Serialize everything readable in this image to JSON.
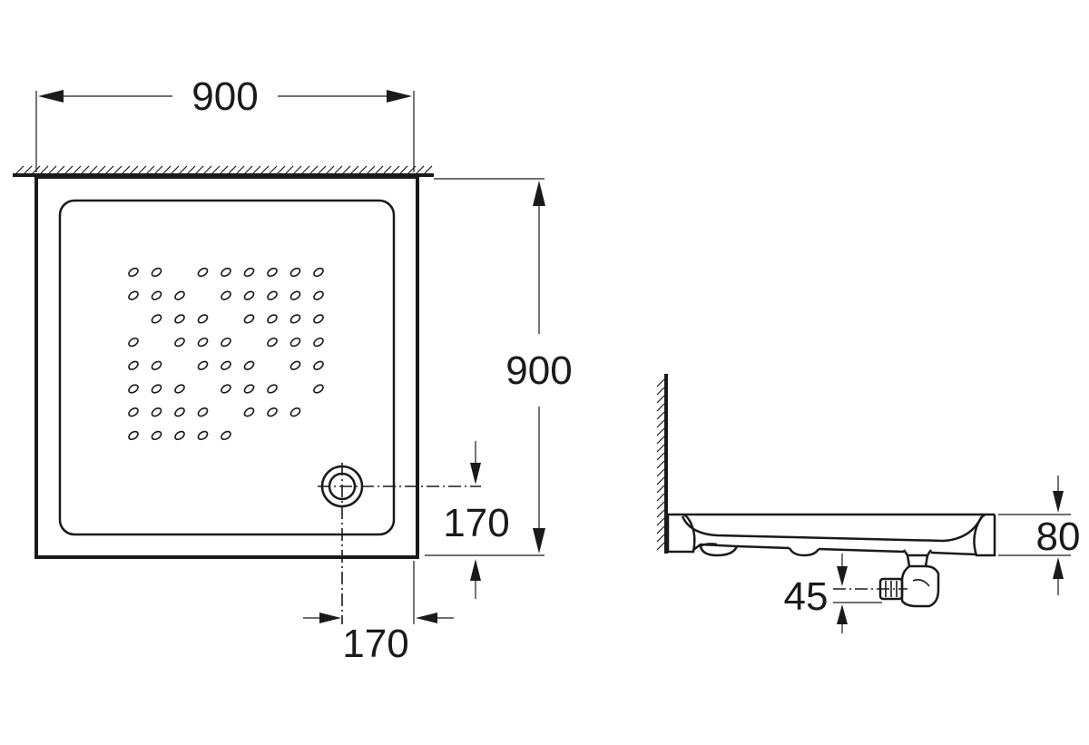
{
  "dimensions": {
    "top_width": "900",
    "right_height": "900",
    "drain_offset_vertical": "170",
    "drain_offset_horizontal": "170",
    "tray_height": "80",
    "drain_height": "45"
  },
  "colors": {
    "line": "#1a1a1a",
    "background": "#ffffff"
  }
}
